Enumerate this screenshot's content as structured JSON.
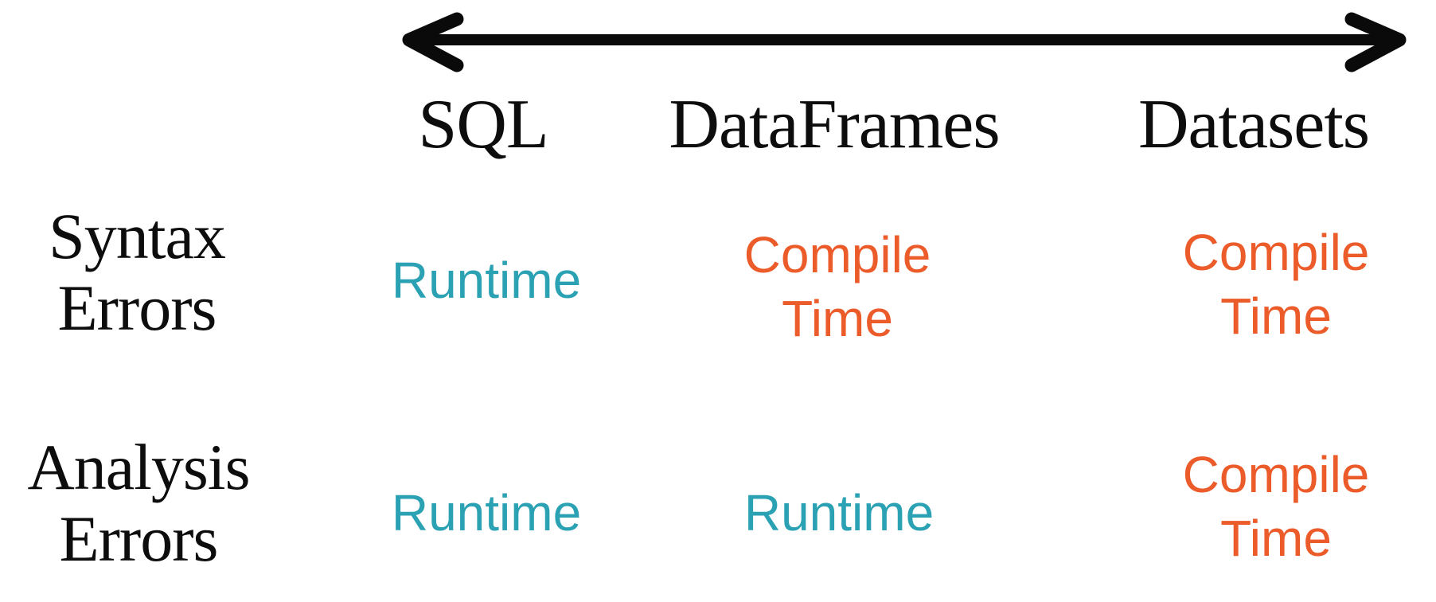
{
  "colors": {
    "runtime": "#2ba1b4",
    "compile": "#ec5b2a",
    "ink": "#0d0d0d",
    "arrow": "#0a0a0a",
    "background": "#ffffff"
  },
  "arrow": {
    "description": "horizontal double-headed spectrum arrow"
  },
  "grid": {
    "headers": [
      {
        "label": "SQL"
      },
      {
        "label": "DataFrames"
      },
      {
        "label": "Datasets"
      }
    ],
    "rows": [
      {
        "label_lines": [
          "Syntax",
          "Errors"
        ],
        "cells": [
          {
            "kind": "runtime",
            "lines": [
              "Runtime"
            ]
          },
          {
            "kind": "compile",
            "lines": [
              "Compile",
              "Time"
            ]
          },
          {
            "kind": "compile",
            "lines": [
              "Compile",
              "Time"
            ]
          }
        ]
      },
      {
        "label_lines": [
          "Analysis",
          "Errors"
        ],
        "cells": [
          {
            "kind": "runtime",
            "lines": [
              "Runtime"
            ]
          },
          {
            "kind": "runtime",
            "lines": [
              "Runtime"
            ]
          },
          {
            "kind": "compile",
            "lines": [
              "Compile",
              "Time"
            ]
          }
        ]
      }
    ]
  }
}
